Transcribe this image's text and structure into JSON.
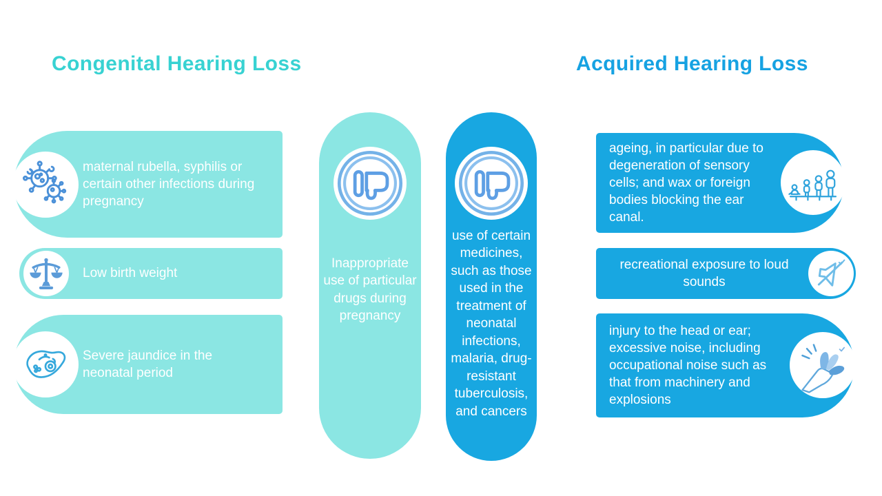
{
  "colors": {
    "teal_box": "#8BE6E3",
    "blue_box": "#18A7E1",
    "teal_heading": "#38D2D2",
    "blue_heading": "#16A2E2",
    "icon_blue": "#4A90D8",
    "icon_light_blue": "#6FB5E8",
    "text": "#FFFFFF",
    "background": "#FFFFFF"
  },
  "congenital": {
    "title": "Congenital Hearing Loss",
    "items": [
      {
        "icon": "virus-icon",
        "text": "maternal rubella, syphilis or certain other infections during pregnancy"
      },
      {
        "icon": "scales-icon",
        "text": "Low birth weight"
      },
      {
        "icon": "cell-icon",
        "text": "Severe jaundice in the neonatal period"
      }
    ],
    "pill": {
      "icon": "thumbs-down-icon",
      "text": "Inappropriate use of particular drugs during pregnancy"
    }
  },
  "acquired": {
    "title": "Acquired Hearing Loss",
    "items": [
      {
        "icon": "ageing-people-icon",
        "text": "ageing, in particular due to degeneration of sensory cells; and wax or foreign bodies blocking the ear canal."
      },
      {
        "icon": "muted-speaker-icon",
        "text": "recreational exposure to loud sounds"
      },
      {
        "icon": "hand-injury-icon",
        "text": "injury to the head or ear; excessive noise, including occupational noise such as that from machinery and explosions"
      }
    ],
    "pill": {
      "icon": "thumbs-down-icon",
      "text": "use of certain medicines, such as those used in the treatment of neonatal infections, malaria, drug-resistant tuberculosis, and cancers"
    }
  }
}
